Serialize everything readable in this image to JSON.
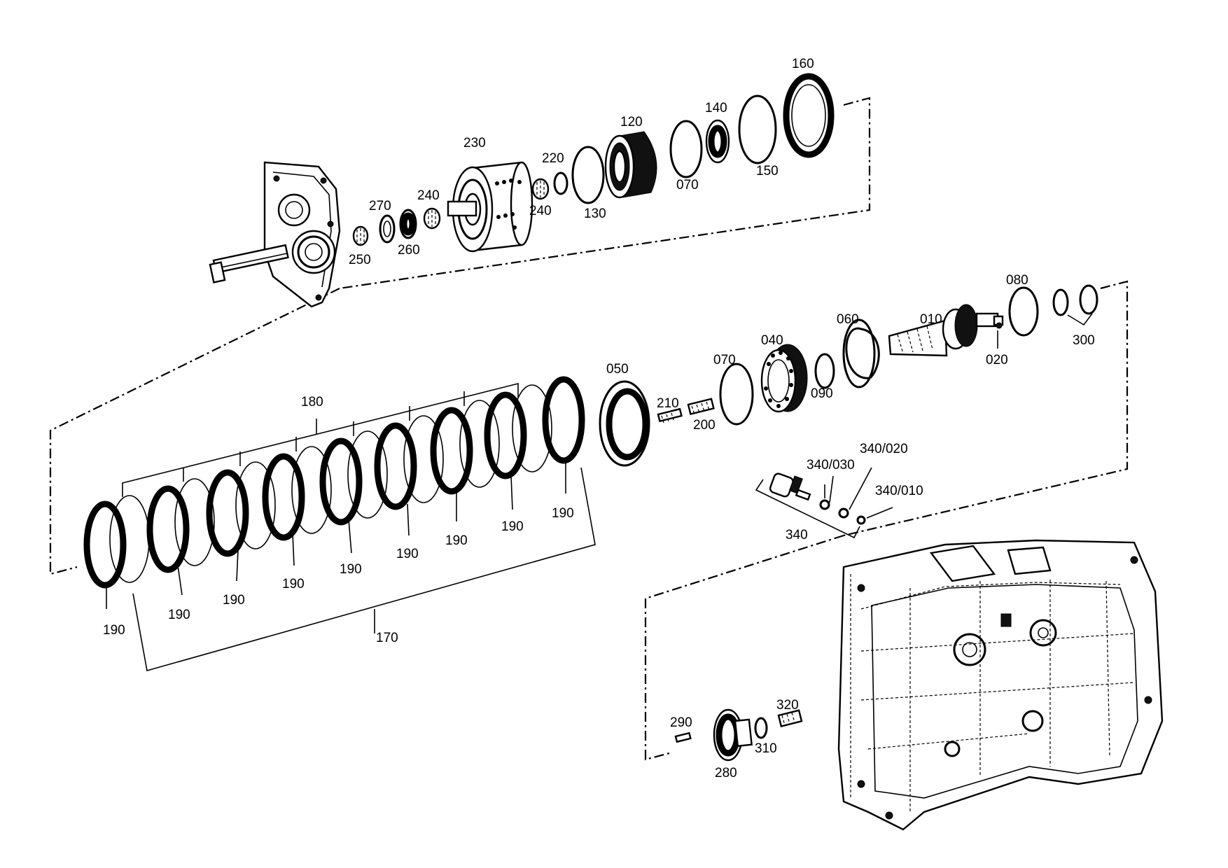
{
  "diagram": {
    "callouts": {
      "p010": "010",
      "p020": "020",
      "p040": "040",
      "p050": "050",
      "p060": "060",
      "p070a": "070",
      "p070b": "070",
      "p080": "080",
      "p090": "090",
      "p120": "120",
      "p130": "130",
      "p140": "140",
      "p150": "150",
      "p160": "160",
      "p170": "170",
      "p180": "180",
      "p190_1": "190",
      "p190_2": "190",
      "p190_3": "190",
      "p190_4": "190",
      "p190_5": "190",
      "p190_6": "190",
      "p190_7": "190",
      "p190_8": "190",
      "p190_9": "190",
      "p200": "200",
      "p210": "210",
      "p220": "220",
      "p230": "230",
      "p240a": "240",
      "p240b": "240",
      "p250": "250",
      "p260": "260",
      "p270": "270",
      "p280": "280",
      "p290": "290",
      "p300": "300",
      "p310": "310",
      "p320": "320",
      "p340": "340",
      "p340_010": "340/010",
      "p340_020": "340/020",
      "p340_030": "340/030"
    }
  }
}
